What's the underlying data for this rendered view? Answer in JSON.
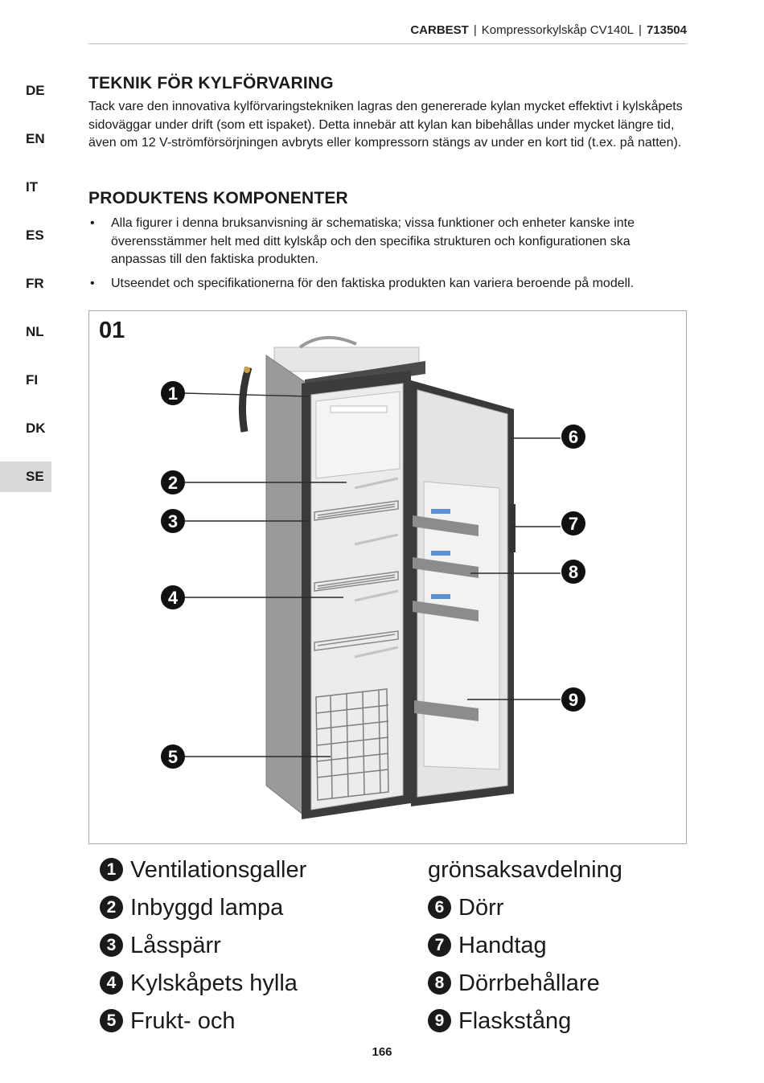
{
  "header": {
    "brand": "CARBEST",
    "separator": "|",
    "product": "Kompressorkylskåp CV140L",
    "article": "713504"
  },
  "languages": [
    "DE",
    "EN",
    "IT",
    "ES",
    "FR",
    "NL",
    "FI",
    "DK",
    "SE"
  ],
  "active_language": "SE",
  "section1": {
    "title": "TEKNIK FÖR KYLFÖRVARING",
    "body": "Tack vare den innovativa kylförvaringstekniken lagras den genererade kylan mycket effektivt i kylskåpets sidoväggar under drift (som ett ispaket). Detta innebär att kylan kan bibehållas under mycket längre tid, även om 12 V-strömförsörjningen avbryts eller kompressorn stängs av under en kort tid (t.ex. på natten)."
  },
  "section2": {
    "title": "PRODUKTENS KOMPONENTER",
    "bullets": [
      "Alla figurer i denna bruksanvisning är schematiska; vissa funktioner och enheter kanske inte överensstämmer helt med ditt kylskåp och den specifika strukturen och konfigurationen ska anpassas till den faktiska produkten.",
      "Utseendet och specifikationerna för den faktiska produkten kan variera beroende på modell."
    ]
  },
  "figure": {
    "number": "01",
    "callouts": [
      "1",
      "2",
      "3",
      "4",
      "5",
      "6",
      "7",
      "8",
      "9"
    ]
  },
  "legend": {
    "left": [
      {
        "num": "1",
        "label": "Ventilationsgaller"
      },
      {
        "num": "2",
        "label": "Inbyggd lampa"
      },
      {
        "num": "3",
        "label": "Låsspärr"
      },
      {
        "num": "4",
        "label": "Kylskåpets hylla"
      },
      {
        "num": "5",
        "label": "Frukt- och"
      }
    ],
    "right": [
      {
        "num": "",
        "label": "grönsaksavdelning"
      },
      {
        "num": "6",
        "label": "Dörr"
      },
      {
        "num": "7",
        "label": "Handtag"
      },
      {
        "num": "8",
        "label": "Dörrbehållare"
      },
      {
        "num": "9",
        "label": "Flaskstång"
      }
    ]
  },
  "page_number": "166"
}
